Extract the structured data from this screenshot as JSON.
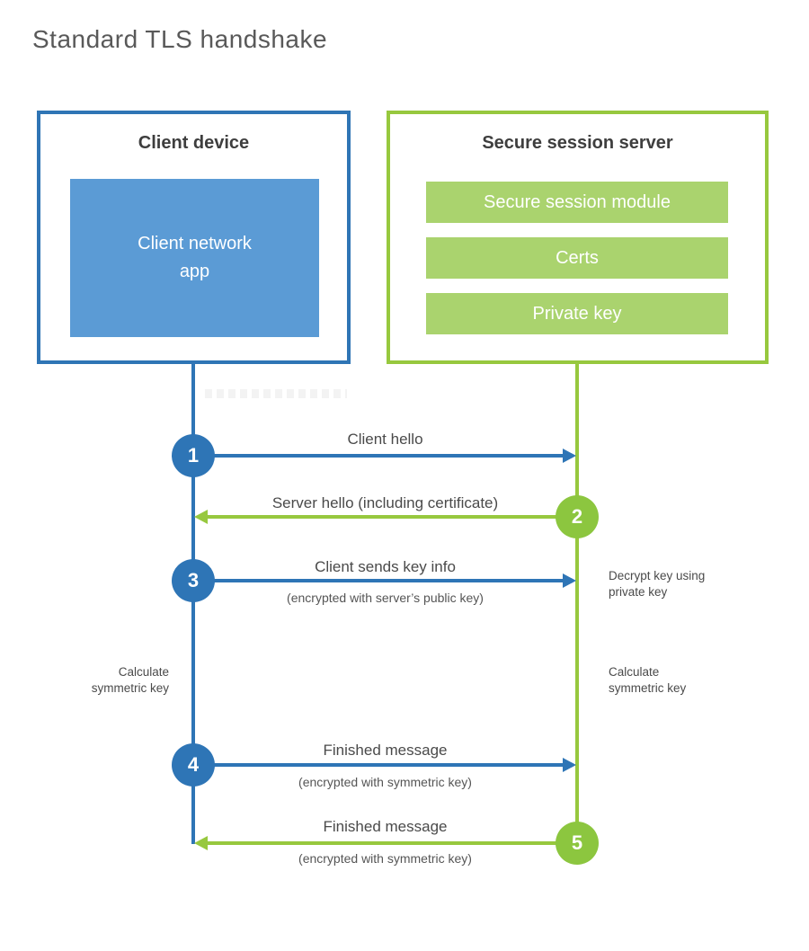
{
  "title": "Standard TLS handshake",
  "colors": {
    "blue_stroke": "#2e75b6",
    "blue_fill": "#5b9bd5",
    "green_stroke": "#97c83e",
    "green_circle": "#8cc63f",
    "green_fill": "#aad36e",
    "heading_text": "#3e3e3e",
    "title_text": "#595959"
  },
  "client": {
    "title": "Client device",
    "module": "Client network\napp"
  },
  "server": {
    "title": "Secure session server",
    "modules": [
      "Secure session module",
      "Certs",
      "Private key"
    ]
  },
  "steps": [
    {
      "num": "1",
      "label": "Client hello",
      "sub": "",
      "direction": "right",
      "color": "blue"
    },
    {
      "num": "2",
      "label": "Server hello (including certificate)",
      "sub": "",
      "direction": "left",
      "color": "green"
    },
    {
      "num": "3",
      "label": "Client sends key info",
      "sub": "(encrypted with server’s public key)",
      "direction": "right",
      "color": "blue"
    },
    {
      "num": "4",
      "label": "Finished message",
      "sub": "(encrypted with symmetric key)",
      "direction": "right",
      "color": "blue"
    },
    {
      "num": "5",
      "label": "Finished message",
      "sub": "(encrypted with symmetric key)",
      "direction": "left",
      "color": "green"
    }
  ],
  "notes": {
    "decrypt": "Decrypt key using\nprivate key",
    "calc_left": "Calculate\nsymmetric key",
    "calc_right": "Calculate\nsymmetric key"
  }
}
